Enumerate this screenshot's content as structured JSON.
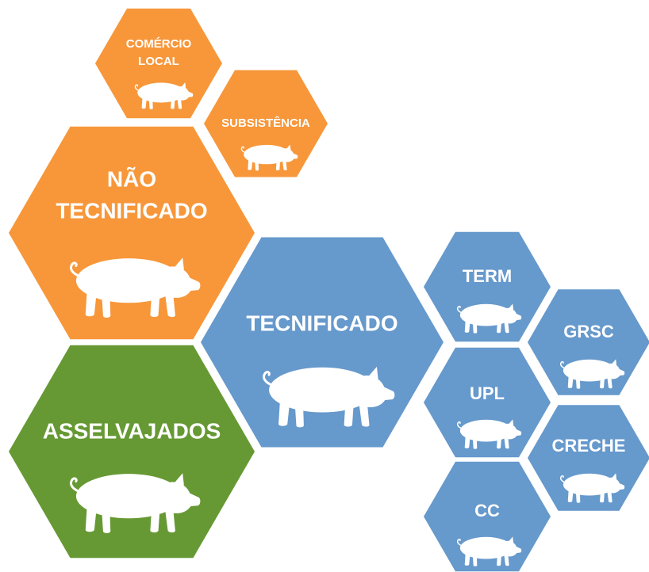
{
  "colors": {
    "orange": "#F7973A",
    "blue": "#6699CC",
    "green": "#669933",
    "pig": "#ffffff"
  },
  "hexagons": [
    {
      "id": "comercio-local",
      "lines": [
        "COMÉRCIO",
        "LOCAL"
      ],
      "color": "orange",
      "icon": "pig-icon"
    },
    {
      "id": "subsistencia",
      "lines": [
        "SUBSISTÊNCIA"
      ],
      "color": "orange",
      "icon": "pig-icon"
    },
    {
      "id": "nao-tecnificado",
      "lines": [
        "NÃO",
        "TECNIFICADO"
      ],
      "color": "orange",
      "icon": "pig-icon"
    },
    {
      "id": "tecnificado",
      "lines": [
        "TECNIFICADO"
      ],
      "color": "blue",
      "icon": "pig-icon"
    },
    {
      "id": "asselvajados",
      "lines": [
        "ASSELVAJADOS"
      ],
      "color": "green",
      "icon": "pig-icon"
    },
    {
      "id": "term",
      "lines": [
        "TERM"
      ],
      "color": "blue",
      "icon": "pig-icon"
    },
    {
      "id": "grsc",
      "lines": [
        "GRSC"
      ],
      "color": "blue",
      "icon": "pig-icon"
    },
    {
      "id": "upl",
      "lines": [
        "UPL"
      ],
      "color": "blue",
      "icon": "pig-icon"
    },
    {
      "id": "creche",
      "lines": [
        "CRECHE"
      ],
      "color": "blue",
      "icon": "pig-icon"
    },
    {
      "id": "cc",
      "lines": [
        "CC"
      ],
      "color": "blue",
      "icon": "pig-icon"
    }
  ]
}
